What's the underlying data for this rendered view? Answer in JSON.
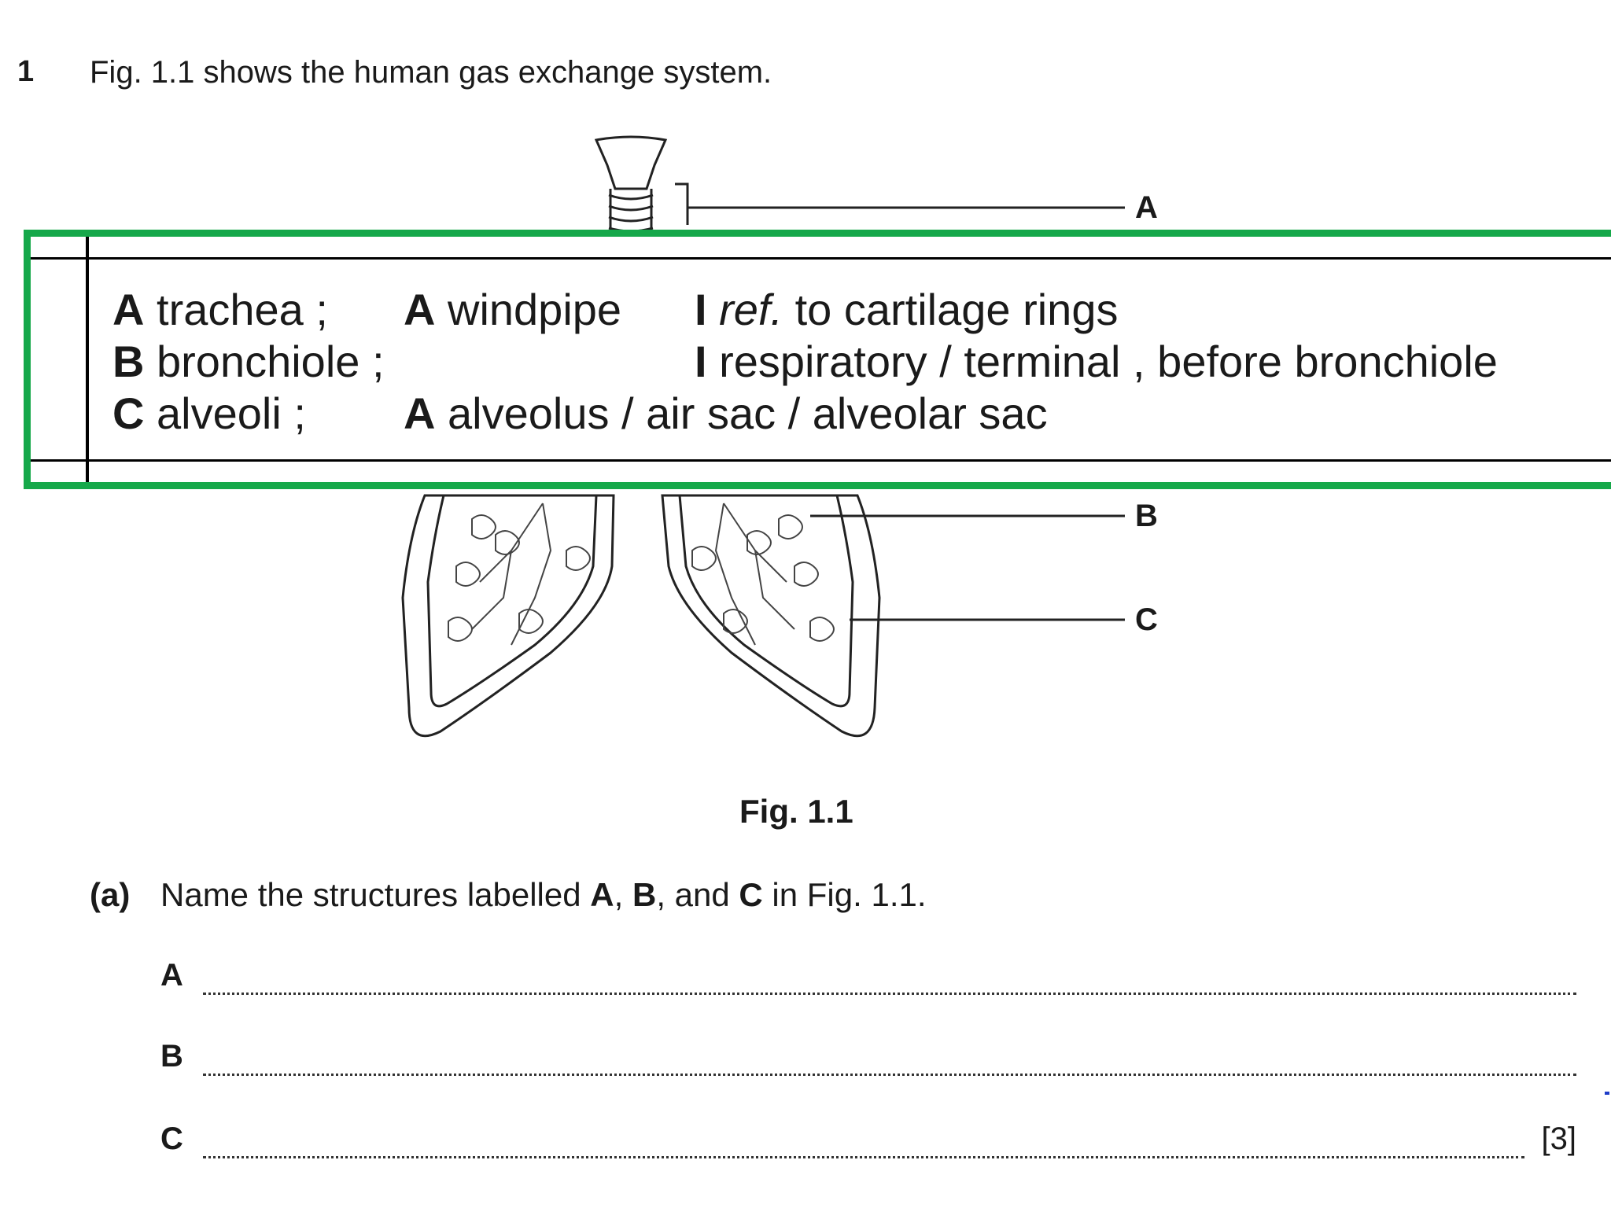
{
  "question": {
    "number": "1",
    "intro": "Fig. 1.1 shows the human gas exchange system."
  },
  "figure": {
    "labels": {
      "a": "A",
      "b": "B",
      "c": "C"
    },
    "caption": "Fig. 1.1"
  },
  "part_a": {
    "number": "(a)",
    "text_before": "Name the structures labelled ",
    "a": "A",
    "sep1": ", ",
    "b": "B",
    "sep2": ", and ",
    "c": "C",
    "text_after": " in Fig. 1.1."
  },
  "answer_lines": {
    "a": "A",
    "b": "B",
    "c": "C",
    "marks": "[3]"
  },
  "mark_scheme": {
    "rows": [
      {
        "letter": "A",
        "answer": " trachea ;",
        "alt_key": "A",
        "alt_text": " windpipe",
        "ign_key": "I",
        "ign_ref": "ref.",
        "ign_text": " to cartilage rings"
      },
      {
        "letter": "B",
        "answer": " bronchiole ;",
        "alt_key": "",
        "alt_text": "",
        "ign_key": "I",
        "ign_ref": "",
        "ign_text": " respiratory / terminal , before bronchiole"
      },
      {
        "letter": "C",
        "answer": " alveoli ;",
        "alt_key": "A",
        "alt_text": " alveolus / air sac / alveolar sac",
        "ign_key": "",
        "ign_ref": "",
        "ign_text": ""
      }
    ]
  },
  "colors": {
    "highlight_border": "#16a84a",
    "text": "#1a1a1a",
    "edge_mark": "#1e3cc8"
  }
}
